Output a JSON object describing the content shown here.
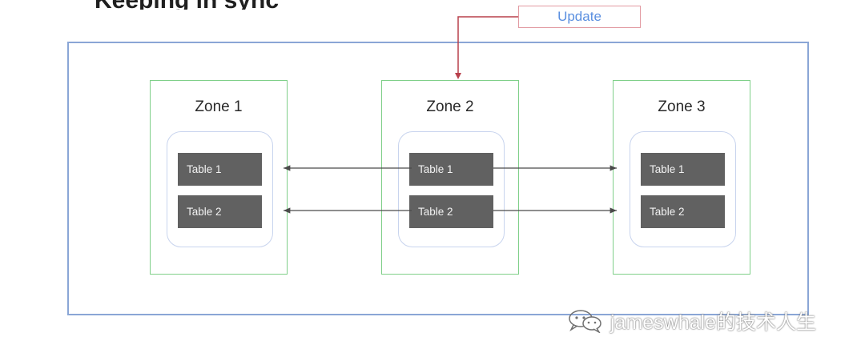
{
  "diagram": {
    "top_text": "Keeping in sync",
    "update_label": "Update",
    "zones": [
      {
        "title": "Zone 1",
        "tables": [
          "Table 1",
          "Table 2"
        ]
      },
      {
        "title": "Zone 2",
        "tables": [
          "Table 1",
          "Table 2"
        ]
      },
      {
        "title": "Zone 3",
        "tables": [
          "Table 1",
          "Table 2"
        ]
      }
    ]
  },
  "watermark": {
    "text": "jameswhale的技术人生",
    "icon": "wechat-icon"
  },
  "colors": {
    "outer_frame": "#8aa6d6",
    "zone_border": "#7fcf89",
    "table_group_border": "#c8d4ee",
    "table_fill": "#616161",
    "update_border": "#e29aa2",
    "update_text": "#5a8fe0",
    "update_connector": "#b8404c",
    "sync_arrow": "#4a4a4a"
  }
}
